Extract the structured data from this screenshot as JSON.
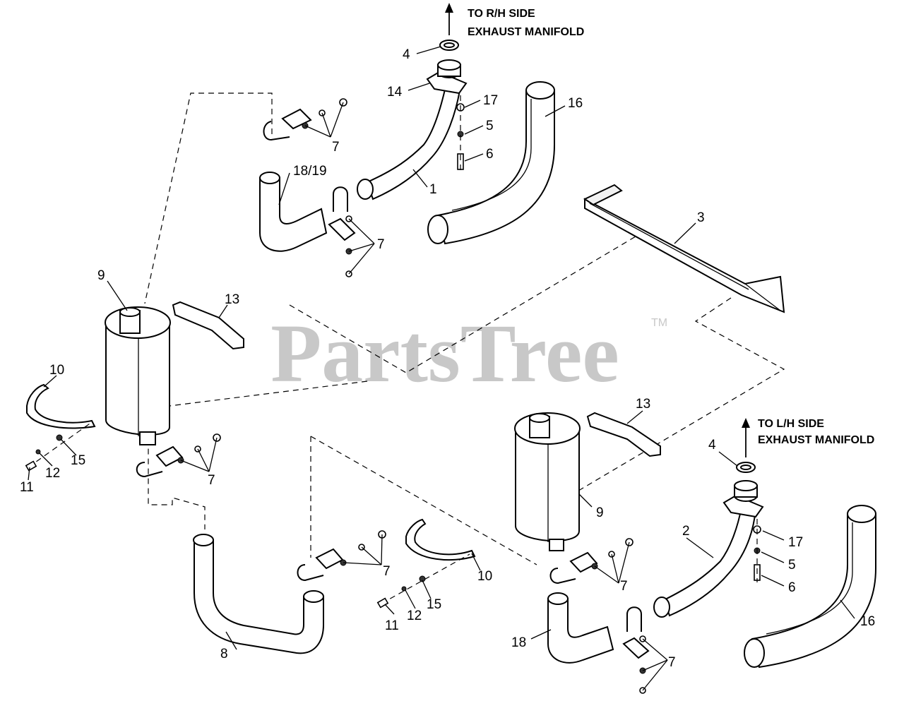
{
  "notes": {
    "rh_line1": "TO R/H SIDE",
    "rh_line2": "EXHAUST MANIFOLD",
    "lh_line1": "TO L/H SIDE",
    "lh_line2": "EXHAUST MANIFOLD"
  },
  "watermark": {
    "text": "PartsTree",
    "tm": "TM"
  },
  "callouts": {
    "c1": "1",
    "c2": "2",
    "c3": "3",
    "c4a": "4",
    "c4b": "4",
    "c5a": "5",
    "c5b": "5",
    "c6a": "6",
    "c6b": "6",
    "c7a": "7",
    "c7b": "7",
    "c7c": "7",
    "c7d": "7",
    "c7e": "7",
    "c7f": "7",
    "c8": "8",
    "c9a": "9",
    "c9b": "9",
    "c10a": "10",
    "c10b": "10",
    "c11a": "11",
    "c11b": "11",
    "c12a": "12",
    "c12b": "12",
    "c13a": "13",
    "c13b": "13",
    "c14": "14",
    "c15a": "15",
    "c15b": "15",
    "c16a": "16",
    "c16b": "16",
    "c17a": "17",
    "c17b": "17",
    "c18": "18",
    "c1819": "18/19"
  },
  "colors": {
    "ink": "#000000",
    "watermark": "#c8c8c8",
    "background": "#ffffff"
  }
}
